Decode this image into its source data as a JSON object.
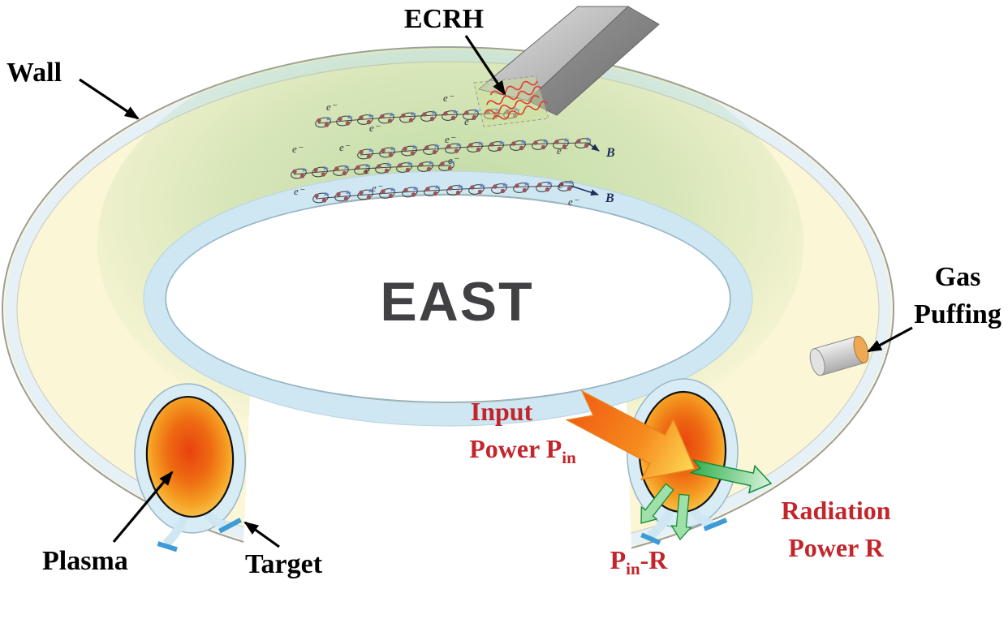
{
  "title": {
    "text": "EAST"
  },
  "labels": {
    "wall": "Wall",
    "ecrh": "ECRH",
    "gas_line1": "Gas",
    "gas_line2": "Puffing",
    "plasma": "Plasma",
    "target": "Target",
    "input_line1": "Input",
    "input_line2_main": "Power P",
    "input_line2_sub": "in",
    "radiation_line1": "Radiation",
    "radiation_line2": "Power R",
    "pinr_main": "P",
    "pinr_sub": "in",
    "pinr_tail": "-R",
    "electron": "e⁻",
    "b_field": "B"
  },
  "colors": {
    "label_black": "#000000",
    "label_red": "#c2262c",
    "east_text": "#414144",
    "magnetic_field": "#1f2d5a",
    "torus_body": "#faf6d6",
    "torus_green_tint": "#90c57d",
    "inner_wall_blue": "#cfe7f3",
    "plasma_core": "#e8420e",
    "plasma_edge": "#fbd45c",
    "ecrh_wave": "#e03a31",
    "input_arrow": "#f05e12",
    "radiation_arrow": "#2fae4d",
    "waveguide_gray": "#9e9e9e",
    "gas_port_orange": "#f0a952"
  }
}
